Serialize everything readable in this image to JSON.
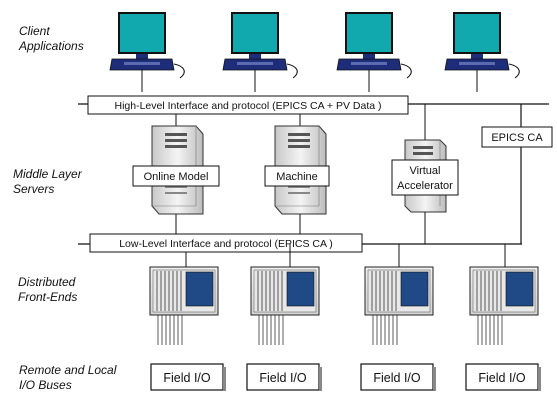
{
  "layers": {
    "client": [
      "Client",
      "Applications"
    ],
    "middle": [
      "Middle Layer",
      "Servers"
    ],
    "frontends": [
      "Distributed",
      "Front-Ends"
    ],
    "buses": [
      "Remote and Local",
      "I/O Buses"
    ]
  },
  "buses": {
    "high_level": "High-Level Interface and protocol (EPICS CA + PV Data )",
    "epics_ca": "EPICS CA",
    "low_level": "Low-Level Interface and protocol (EPICS CA )"
  },
  "servers": {
    "online_model": "Online Model",
    "machine": "Machine",
    "virtual_accelerator": [
      "Virtual",
      "Accelerator"
    ]
  },
  "field_io": [
    "Field I/O",
    "Field I/O",
    "Field I/O",
    "Field I/O"
  ],
  "colors": {
    "monitor_screen": "#0fa3a8",
    "monitor_body": "#1e2d7a",
    "crate_panel": "#1f4a85",
    "server_body": "#e9e9e9"
  }
}
